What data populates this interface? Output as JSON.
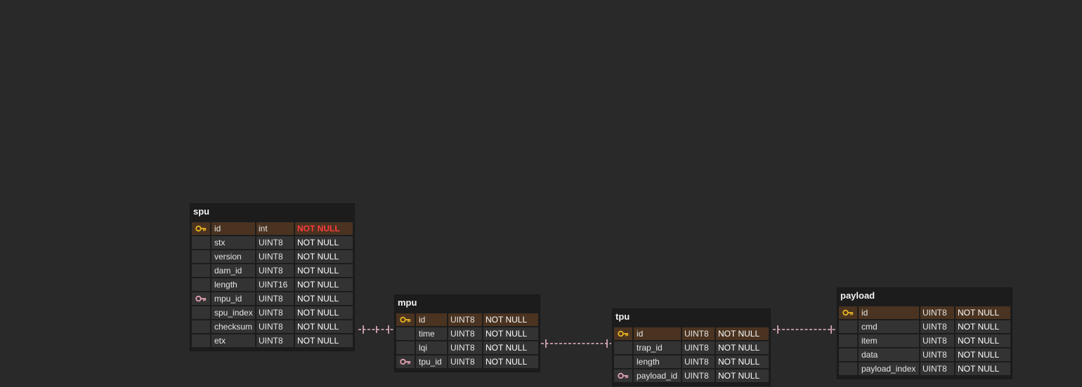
{
  "colors": {
    "background": "#292929",
    "table_bg": "#1c1c1c",
    "cell_bg": "#333333",
    "pk_row_bg": "#4a3320",
    "primary_key_icon": "#e7b321",
    "foreign_key_icon": "#e0a0b0",
    "link": "#e8b4c4",
    "error_text": "#ff3b3b"
  },
  "tables": {
    "spu": {
      "name": "spu",
      "columns": [
        {
          "name": "id",
          "type": "int",
          "constraint": "NOT NULL",
          "key": "primary-key-icon",
          "constraint_color": "#ff3b3b"
        },
        {
          "name": "stx",
          "type": "UINT8",
          "constraint": "NOT NULL"
        },
        {
          "name": "version",
          "type": "UINT8",
          "constraint": "NOT NULL"
        },
        {
          "name": "dam_id",
          "type": "UINT8",
          "constraint": "NOT NULL"
        },
        {
          "name": "length",
          "type": "UINT16",
          "constraint": "NOT NULL"
        },
        {
          "name": "mpu_id",
          "type": "UINT8",
          "constraint": "NOT NULL",
          "key": "foreign-key-icon"
        },
        {
          "name": "spu_index",
          "type": "UINT8",
          "constraint": "NOT NULL"
        },
        {
          "name": "checksum",
          "type": "UINT8",
          "constraint": "NOT NULL"
        },
        {
          "name": "etx",
          "type": "UINT8",
          "constraint": "NOT NULL"
        }
      ]
    },
    "mpu": {
      "name": "mpu",
      "columns": [
        {
          "name": "id",
          "type": "UINT8",
          "constraint": "NOT NULL",
          "key": "primary-key-icon"
        },
        {
          "name": "time",
          "type": "UINT8",
          "constraint": "NOT NULL"
        },
        {
          "name": "lqi",
          "type": "UINT8",
          "constraint": "NOT NULL"
        },
        {
          "name": "tpu_id",
          "type": "UINT8",
          "constraint": "NOT NULL",
          "key": "foreign-key-icon"
        }
      ]
    },
    "tpu": {
      "name": "tpu",
      "columns": [
        {
          "name": "id",
          "type": "UINT8",
          "constraint": "NOT NULL",
          "key": "primary-key-icon"
        },
        {
          "name": "trap_id",
          "type": "UINT8",
          "constraint": "NOT NULL"
        },
        {
          "name": "length",
          "type": "UINT8",
          "constraint": "NOT NULL"
        },
        {
          "name": "payload_id",
          "type": "UINT8",
          "constraint": "NOT NULL",
          "key": "foreign-key-icon"
        }
      ]
    },
    "payload": {
      "name": "payload",
      "columns": [
        {
          "name": "id",
          "type": "UINT8",
          "constraint": "NOT NULL",
          "key": "primary-key-icon"
        },
        {
          "name": "cmd",
          "type": "UINT8",
          "constraint": "NOT NULL"
        },
        {
          "name": "item",
          "type": "UINT8",
          "constraint": "NOT NULL"
        },
        {
          "name": "data",
          "type": "UINT8",
          "constraint": "NOT NULL"
        },
        {
          "name": "payload_index",
          "type": "UINT8",
          "constraint": "NOT NULL"
        }
      ]
    }
  },
  "relationships": [
    {
      "from": "spu.mpu_id",
      "to": "mpu.id",
      "cardinality": "one-to-one"
    },
    {
      "from": "mpu.tpu_id",
      "to": "tpu.id",
      "cardinality": "one-to-one"
    },
    {
      "from": "tpu.payload_id",
      "to": "payload.id",
      "cardinality": "one-to-one"
    }
  ]
}
